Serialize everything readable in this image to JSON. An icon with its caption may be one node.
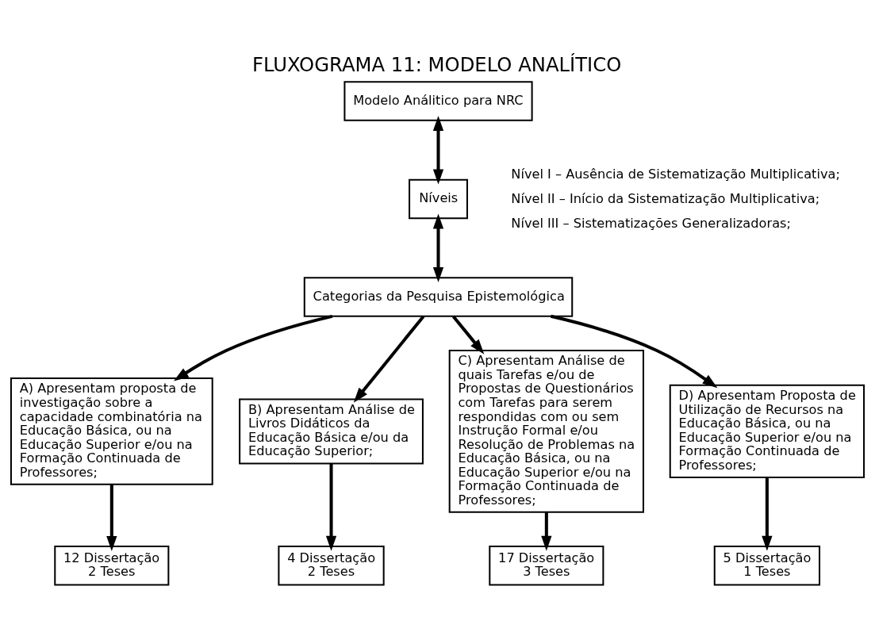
{
  "diagram": {
    "title": "FLUXOGRAMA 11: MODELO ANALÍTICO",
    "nodes": [
      {
        "text": [
          "Modelo Análitico para NRC"
        ]
      },
      {
        "text": [
          "Níveis"
        ],
        "beside": [
          "Nível I – Ausência de Sistematização Multiplicativa;",
          "Nível II – Início da Sistematização Multiplicativa;",
          "Nível III – Sistematizações Generalizadoras;"
        ]
      },
      {
        "text": [
          "Categorias da Pesquisa Epistemológica"
        ]
      },
      {
        "text": [
          "A) Apresentam proposta de investigação sobre a capacidade combinatória na Educação Básica, ou na Educação Superior e/ou na Formação Continuada de Professores;"
        ]
      },
      {
        "text": [
          "B) Apresentam Análise de Livros Didáticos da Educação Básica e/ou da Educação Superior;"
        ]
      },
      {
        "text": [
          "C) Apresentam Análise de quais Tarefas e/ou de Propostas de Questionários com Tarefas para serem respondidas com ou sem Instrução Formal e/ou Resolução de Problemas na Educação Básica, ou na Educação Superior e/ou na Formação Continuada de Professores;"
        ]
      },
      {
        "text": [
          "D) Apresentam Proposta de Utilização de Recursos na Educação Básica, ou na Educação Superior e/ou na Formação Continuada de Professores;"
        ]
      },
      {
        "text": [
          "12 Dissertação 2 Teses"
        ]
      },
      {
        "text": [
          "4 Dissertação 2 Teses"
        ]
      },
      {
        "text": [
          "17 Dissertação 3 Teses"
        ]
      },
      {
        "text": [
          "5 Dissertação 1 Teses"
        ]
      }
    ],
    "edges": [
      {
        "from": 0,
        "to": 1,
        "arrow": "both"
      },
      {
        "from": 1,
        "to": 2,
        "arrow": "both"
      },
      {
        "from": 2,
        "to": 3,
        "arrow": "to"
      },
      {
        "from": 2,
        "to": 4,
        "arrow": "to"
      },
      {
        "from": 2,
        "to": 5,
        "arrow": "to"
      },
      {
        "from": 2,
        "to": 6,
        "arrow": "to"
      },
      {
        "from": 3,
        "to": 7,
        "arrow": "to"
      },
      {
        "from": 4,
        "to": 8,
        "arrow": "to"
      },
      {
        "from": 5,
        "to": 9,
        "arrow": "to"
      },
      {
        "from": 6,
        "to": 10,
        "arrow": "to"
      }
    ]
  }
}
